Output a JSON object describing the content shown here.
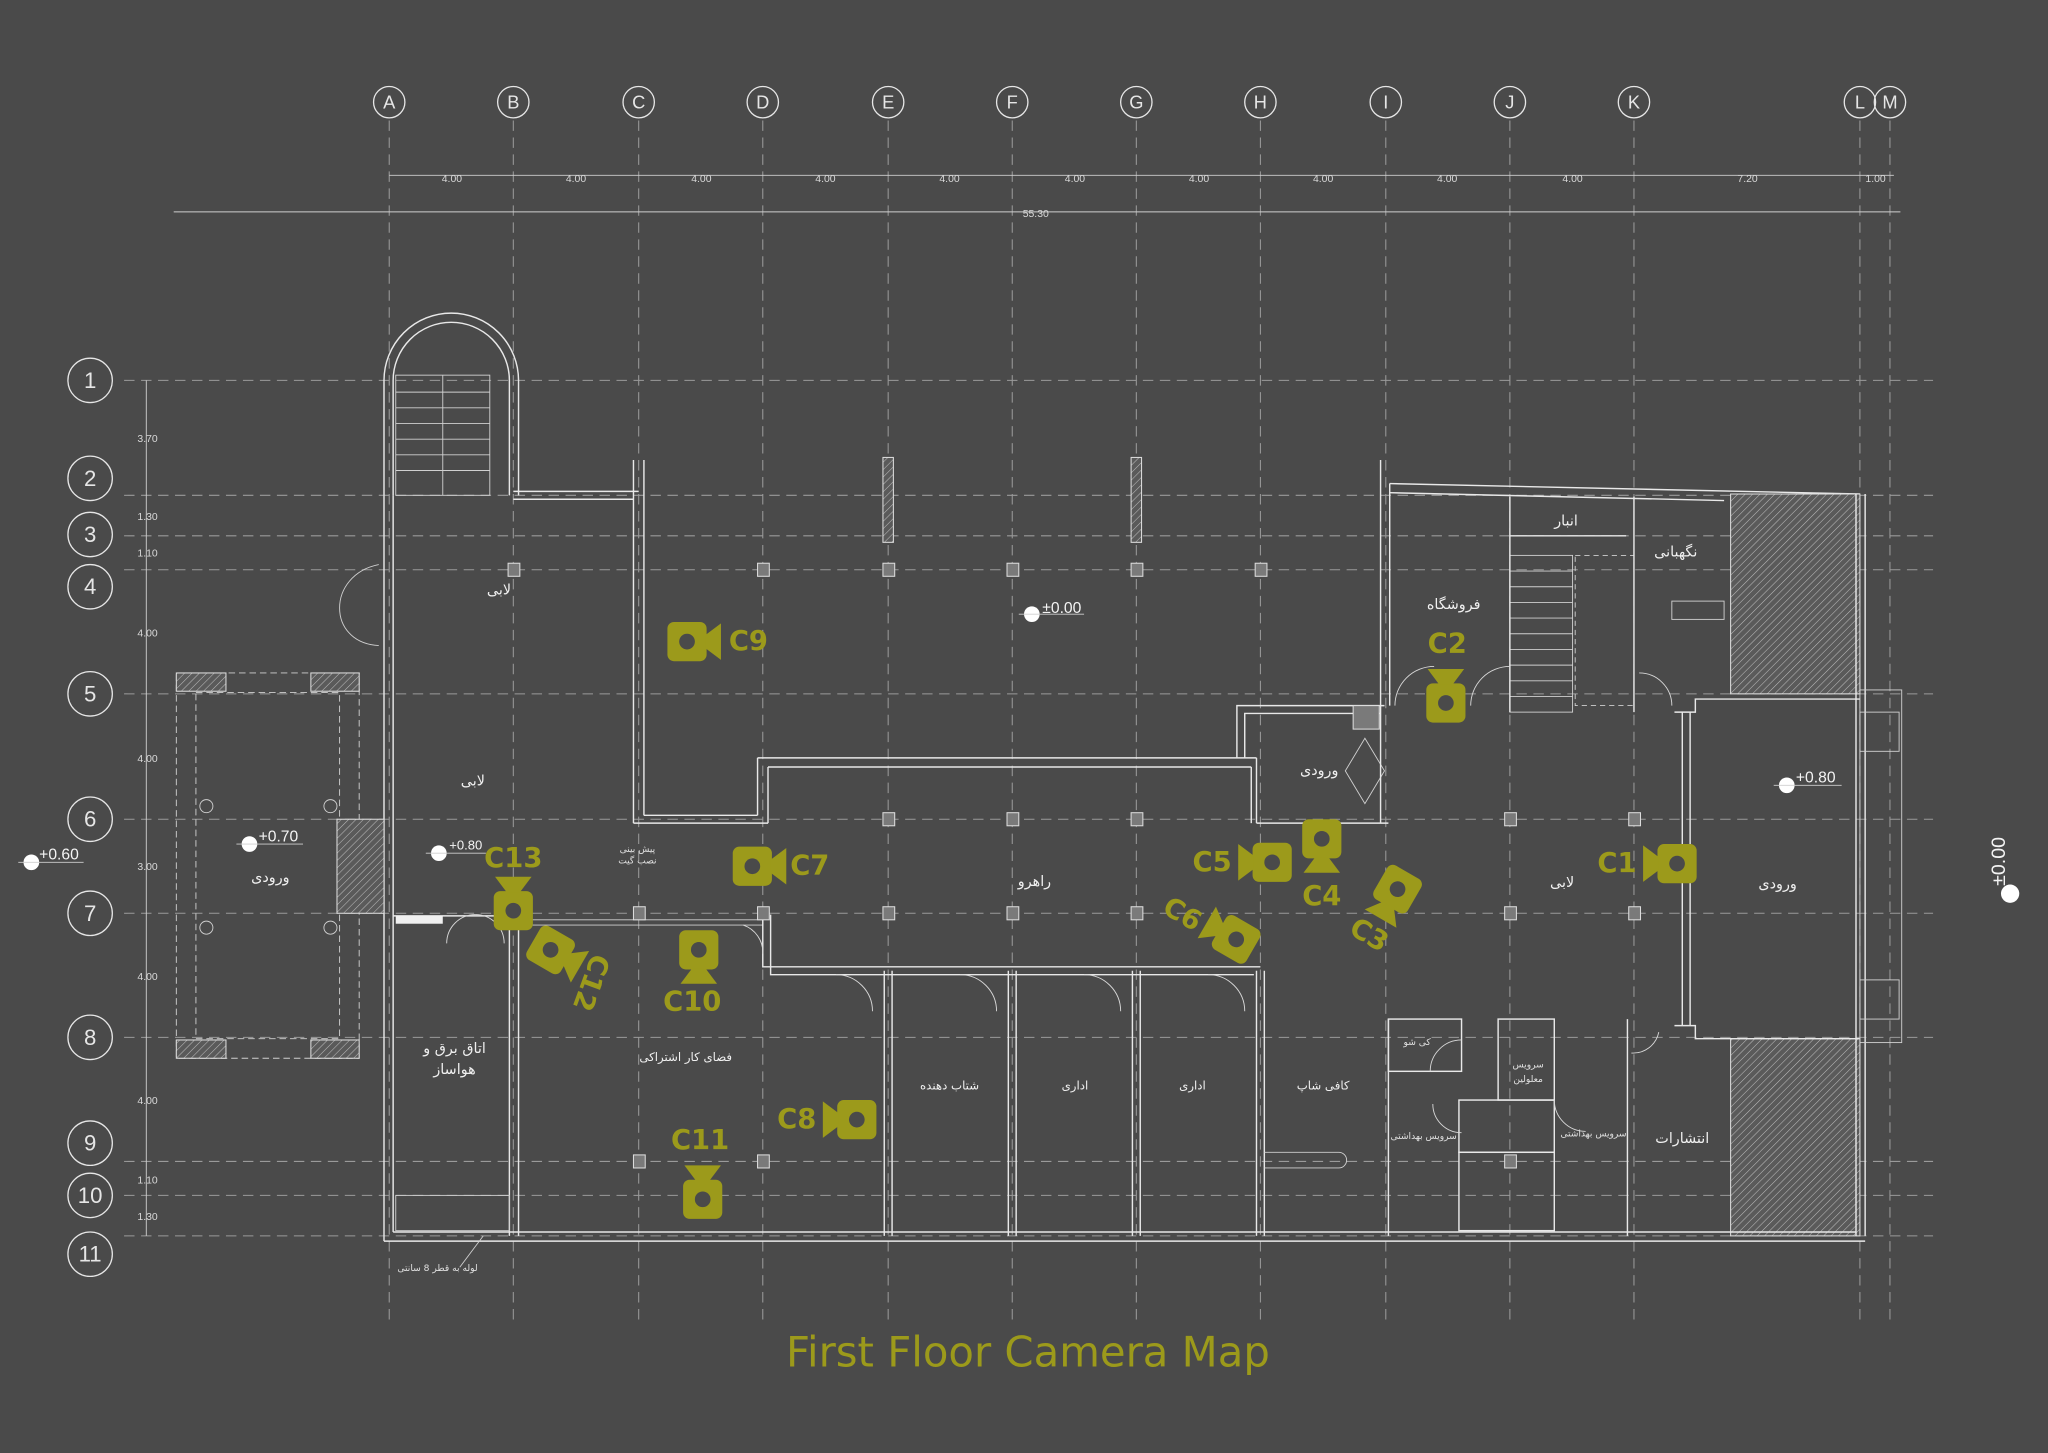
{
  "title": "First Floor Camera Map",
  "colors": {
    "background": "#4a4a4a",
    "camera": "#9c9a1b",
    "lines": "#e8e8e8"
  },
  "grid_columns": [
    "A",
    "B",
    "C",
    "D",
    "E",
    "F",
    "G",
    "H",
    "I",
    "J",
    "K",
    "L",
    "M"
  ],
  "grid_rows": [
    "1",
    "2",
    "3",
    "4",
    "5",
    "6",
    "7",
    "8",
    "9",
    "10",
    "11"
  ],
  "column_dimensions": [
    "4.00",
    "4.00",
    "4.00",
    "4.00",
    "4.00",
    "4.00",
    "4.00",
    "4.00",
    "4.00",
    "4.00",
    "7.20",
    "1.00"
  ],
  "total_dimension": "55.30",
  "row_dimensions": [
    "3.70",
    "1.30",
    "1.10",
    "4.00",
    "4.00",
    "3.00",
    "4.00",
    "4.00",
    "1.10",
    "1.30"
  ],
  "levels": {
    "hall": "±0.00",
    "east_entrance": "+0.80",
    "west_lobby": "+0.80",
    "west_porch": "+0.70",
    "far_west": "+0.60",
    "far_east": "±0.00"
  },
  "rooms": {
    "lobby_north": "لابی",
    "lobby_west": "لابی",
    "entrance_west": "ورودی",
    "electrical_1": "اتاق برق و",
    "electrical_2": "هواساز",
    "coworking": "فضای کار اشتراکی",
    "gate_1": "پیش بینی",
    "gate_2": "نصب گیت",
    "corridor": "راهرو",
    "accelerator": "شتاب دهنده",
    "office_1": "اداری",
    "office_2": "اداری",
    "coffee_shop": "کافی شاپ",
    "entrance_mid": "ورودی",
    "store": "فروشگاه",
    "storage": "انبار",
    "guard": "نگهبانی",
    "lobby_east": "لابی",
    "entrance_east": "ورودی",
    "publications": "انتشارات",
    "janitor": "کی شو",
    "accessible_wc_1": "سرویس",
    "accessible_wc_2": "معلولین",
    "wc_west": "سرویس بهداشتی",
    "wc_east": "سرویس بهداشتی",
    "pipe_note": "لوله به قطر 8 سانتی"
  },
  "cameras": [
    {
      "id": "C1",
      "label": "C1",
      "facing": "left"
    },
    {
      "id": "C2",
      "label": "C2",
      "facing": "up"
    },
    {
      "id": "C3",
      "label": "C3",
      "facing": "down-left"
    },
    {
      "id": "C4",
      "label": "C4",
      "facing": "down"
    },
    {
      "id": "C5",
      "label": "C5",
      "facing": "left"
    },
    {
      "id": "C6",
      "label": "C6",
      "facing": "up-left"
    },
    {
      "id": "C7",
      "label": "C7",
      "facing": "right"
    },
    {
      "id": "C8",
      "label": "C8",
      "facing": "left"
    },
    {
      "id": "C9",
      "label": "C9",
      "facing": "right"
    },
    {
      "id": "C10",
      "label": "C10",
      "facing": "down"
    },
    {
      "id": "C11",
      "label": "C11",
      "facing": "up"
    },
    {
      "id": "C12",
      "label": "C12",
      "facing": "down-right"
    },
    {
      "id": "C13",
      "label": "C13",
      "facing": "up"
    }
  ]
}
